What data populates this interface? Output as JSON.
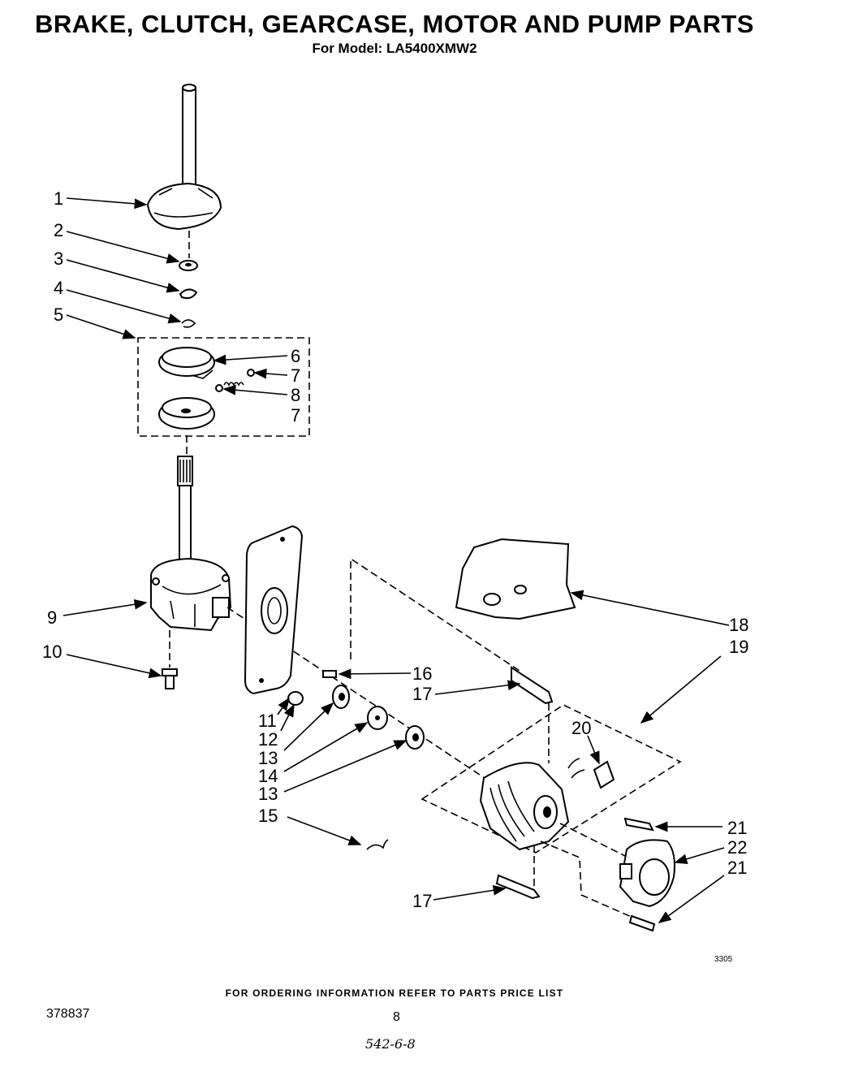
{
  "header": {
    "title": "BRAKE, CLUTCH, GEARCASE, MOTOR AND PUMP PARTS",
    "model_line": "For Model: LA5400XMW2"
  },
  "callouts": [
    {
      "id": "c1",
      "text": "1"
    },
    {
      "id": "c2",
      "text": "2"
    },
    {
      "id": "c3",
      "text": "3"
    },
    {
      "id": "c4",
      "text": "4"
    },
    {
      "id": "c5",
      "text": "5"
    },
    {
      "id": "c6",
      "text": "6"
    },
    {
      "id": "c7a",
      "text": "7"
    },
    {
      "id": "c8",
      "text": "8"
    },
    {
      "id": "c7b",
      "text": "7"
    },
    {
      "id": "c9",
      "text": "9"
    },
    {
      "id": "c10",
      "text": "10"
    },
    {
      "id": "c11",
      "text": "11"
    },
    {
      "id": "c12",
      "text": "12"
    },
    {
      "id": "c13a",
      "text": "13"
    },
    {
      "id": "c14",
      "text": "14"
    },
    {
      "id": "c13b",
      "text": "13"
    },
    {
      "id": "c15",
      "text": "15"
    },
    {
      "id": "c16",
      "text": "16"
    },
    {
      "id": "c17a",
      "text": "17"
    },
    {
      "id": "c17b",
      "text": "17"
    },
    {
      "id": "c18",
      "text": "18"
    },
    {
      "id": "c19",
      "text": "19"
    },
    {
      "id": "c20",
      "text": "20"
    },
    {
      "id": "c21a",
      "text": "21"
    },
    {
      "id": "c22",
      "text": "22"
    },
    {
      "id": "c21b",
      "text": "21"
    }
  ],
  "art_code": "3305",
  "footer": {
    "ordering_note": "FOR ORDERING INFORMATION REFER TO PARTS PRICE LIST",
    "document_number": "378837",
    "page_number": "8",
    "handwritten_code": "542-6-8"
  }
}
